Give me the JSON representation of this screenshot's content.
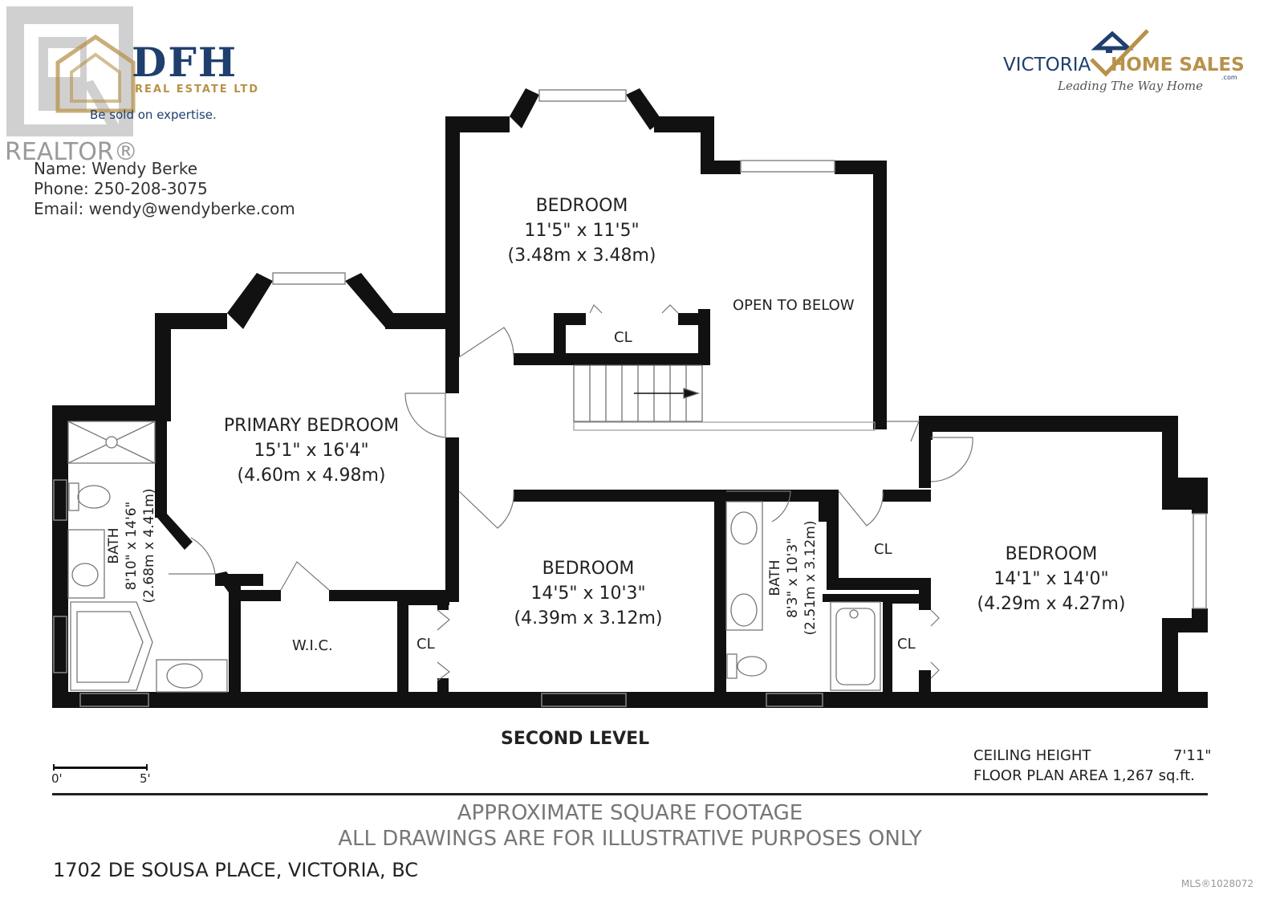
{
  "brokerage": {
    "logo_text": "DFH",
    "logo_sub": "REAL ESTATE LTD",
    "tagline": "Be sold on expertise.",
    "realtor_mark": "REALTOR®"
  },
  "agent": {
    "name": "Name: Wendy Berke",
    "phone": "Phone: 250-208-3075",
    "email": "Email: wendy@wendyberke.com"
  },
  "partner_logo": {
    "word1": "VICTORIA",
    "word2": "HOME SALES",
    "suffix": ".com",
    "slogan": "Leading The Way Home"
  },
  "rooms": {
    "bedroom_top": {
      "name": "BEDROOM",
      "imperial": "11'5\" x 11'5\"",
      "metric": "(3.48m x 3.48m)"
    },
    "open_below": {
      "name": "OPEN TO BELOW"
    },
    "primary": {
      "name": "PRIMARY BEDROOM",
      "imperial": "15'1\" x 16'4\"",
      "metric": "(4.60m x 4.98m)"
    },
    "bedroom_mid": {
      "name": "BEDROOM",
      "imperial": "14'5\" x 10'3\"",
      "metric": "(4.39m x 3.12m)"
    },
    "bedroom_right": {
      "name": "BEDROOM",
      "imperial": "14'1\" x 14'0\"",
      "metric": "(4.29m x 4.27m)"
    },
    "bath_left": {
      "name": "BATH",
      "imperial": "8'10\" x 14'6\"",
      "metric": "(2.68m x 4.41m)"
    },
    "bath_mid": {
      "name": "BATH",
      "imperial": "8'3\" x 10'3\"",
      "metric": "(2.51m x 3.12m)"
    },
    "wic": {
      "name": "W.I.C."
    },
    "closets": [
      "CL",
      "CL",
      "CL",
      "CL"
    ]
  },
  "plan": {
    "level_title": "SECOND LEVEL",
    "scale_start": "0'",
    "scale_end": "5'",
    "ceiling_label": "CEILING HEIGHT",
    "ceiling_value": "7'11\"",
    "area_label": "FLOOR PLAN AREA 1,267 sq.ft."
  },
  "footer": {
    "disclaimer1": "APPROXIMATE SQUARE FOOTAGE",
    "disclaimer2": "ALL DRAWINGS ARE FOR ILLUSTRATIVE PURPOSES ONLY",
    "address": "1702 DE SOUSA PLACE, VICTORIA, BC",
    "mls": "MLS®1028072"
  },
  "colors": {
    "wall": "#111111",
    "brand_navy": "#1f3f6e",
    "brand_gold": "#b8924a"
  }
}
